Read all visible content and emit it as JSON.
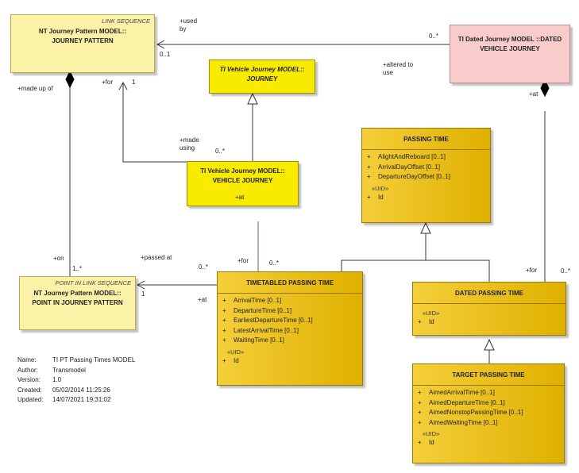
{
  "boxes": {
    "jp": {
      "stereotype": "LINK SEQUENCE",
      "title": "NT Journey Pattern MODEL::\nJOURNEY PATTERN"
    },
    "dvj": {
      "title": "TI Dated Journey MODEL ::DATED\nVEHICLE JOURNEY"
    },
    "journey": {
      "title": "TI Vehicle Journey MODEL::\nJOURNEY"
    },
    "vj": {
      "title": "TI Vehicle Journey MODEL::\nVEHICLE JOURNEY"
    },
    "pt": {
      "title": "PASSING TIME",
      "attrs": [
        "AlightAndReboard [0..1]",
        "ArrivalDayOffset [0..1]",
        "DepartureDayOffset [0..1]"
      ],
      "uid": "«UID»",
      "id": "Id"
    },
    "pjp": {
      "stereotype": "POINT IN LINK SEQUENCE",
      "title": "NT Journey Pattern MODEL::\nPOINT IN JOURNEY PATTERN"
    },
    "tpt": {
      "title": "TIMETABLED PASSING TIME",
      "attrs": [
        "ArrivalTime [0..1]",
        "DepartureTime [0..1]",
        "EarliestDepartureTime [0..1]",
        "LatestArrivalTime [0..1]",
        "WaitingTime [0..1]"
      ],
      "uid": "«UID»",
      "id": "Id"
    },
    "dpt": {
      "title": "DATED PASSING TIME",
      "uid": "«UID»",
      "id": "Id"
    },
    "tgt": {
      "title": "TARGET PASSING TIME",
      "attrs": [
        "AimedArrivalTime [0..1]",
        "AimedDepartureTime [0..1]",
        "AimedNonstopPassingTime [0..1]",
        "AimedWaitingTime [0..1]"
      ],
      "uid": "«UID»",
      "id": "Id"
    }
  },
  "plus": "+",
  "labels": {
    "used_by": "+used\nby",
    "m_0star_a": "0..*",
    "m_0_1": "0..1",
    "altered": "+altered to\nuse",
    "made_up_of": "+made up of",
    "for_a": "+for",
    "one_a": "1",
    "at_a": "+at",
    "made_using": "+made\nusing",
    "m_0star_b": "0..*",
    "at_b": "+at",
    "on": "+on",
    "m_1star": "1..*",
    "passed_at": "+passed at",
    "m_0star_c": "0..*",
    "for_b": "+for",
    "m_0star_d": "0..*",
    "one_b": "1",
    "at_c": "+at",
    "for_c": "+for",
    "m_0star_e": "0..*"
  },
  "notes": [
    {
      "key": "Name:",
      "value": "TI PT Passing Times MODEL"
    },
    {
      "key": "Author:",
      "value": "Transmodel"
    },
    {
      "key": "Version:",
      "value": "1.0"
    },
    {
      "key": "Created:",
      "value": "05/02/2014 11:25:26"
    },
    {
      "key": "Updated:",
      "value": "14/07/2021 19:31:02"
    }
  ]
}
